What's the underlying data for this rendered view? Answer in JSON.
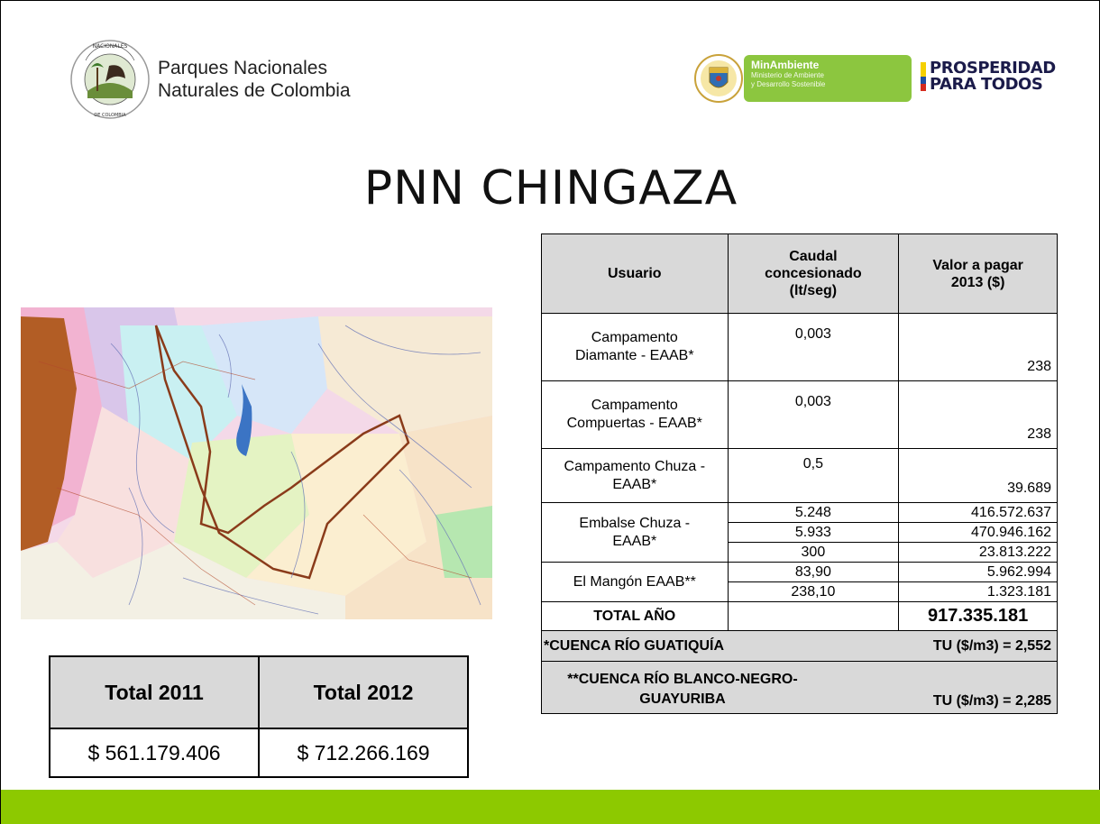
{
  "header": {
    "org_line1": "Parques Nacionales",
    "org_line2": "Naturales de Colombia",
    "logo_ring_text": "PARQUES NACIONALES NATURALES DE COLOMBIA",
    "minambiente_title": "MinAmbiente",
    "minambiente_sub1": "Ministerio de Ambiente",
    "minambiente_sub2": "y Desarrollo Sostenible",
    "prosperidad_line1": "PROSPERIDAD",
    "prosperidad_line2": "PARA TODOS",
    "accent": "#8cc63f"
  },
  "title": "PNN CHINGAZA",
  "totals": {
    "headers": [
      "Total 2011",
      "Total 2012"
    ],
    "values": [
      "$ 561.179.406",
      "$ 712.266.169"
    ]
  },
  "table": {
    "headers": {
      "usuario": "Usuario",
      "caudal_1": "Caudal",
      "caudal_2": "concesionado",
      "caudal_3": "(lt/seg)",
      "valor_1": "Valor a pagar",
      "valor_2": "2013 ($)"
    },
    "rows": [
      {
        "usuario_1": "Campamento",
        "usuario_2": "Diamante - EAAB*",
        "caudal": "0,003",
        "valor": "238"
      },
      {
        "usuario_1": "Campamento",
        "usuario_2": "Compuertas - EAAB*",
        "caudal": "0,003",
        "valor": "238"
      },
      {
        "usuario_1": "Campamento Chuza -",
        "usuario_2": "EAAB*",
        "caudal": "0,5",
        "valor": "39.689"
      }
    ],
    "embalse": {
      "usuario_1": "Embalse Chuza -",
      "usuario_2": "EAAB*",
      "sub": [
        {
          "caudal": "5.248",
          "valor": "416.572.637"
        },
        {
          "caudal": "5.933",
          "valor": "470.946.162"
        },
        {
          "caudal": "300",
          "valor": "23.813.222"
        }
      ]
    },
    "mangon": {
      "usuario": "El Mangón EAAB**",
      "sub": [
        {
          "caudal": "83,90",
          "valor": "5.962.994"
        },
        {
          "caudal": "238,10",
          "valor": "1.323.181"
        }
      ]
    },
    "total_label": "TOTAL AÑO",
    "total_value": "917.335.181",
    "cuenca1_name": "*CUENCA RÍO GUATIQUÍA",
    "cuenca1_tu": "TU ($/m3) = 2,552",
    "cuenca2_name_1": "**CUENCA RÍO BLANCO-NEGRO-",
    "cuenca2_name_2": "GUAYURIBA",
    "cuenca2_tu": "TU ($/m3) = 2,285"
  },
  "footer_color": "#8dc900"
}
